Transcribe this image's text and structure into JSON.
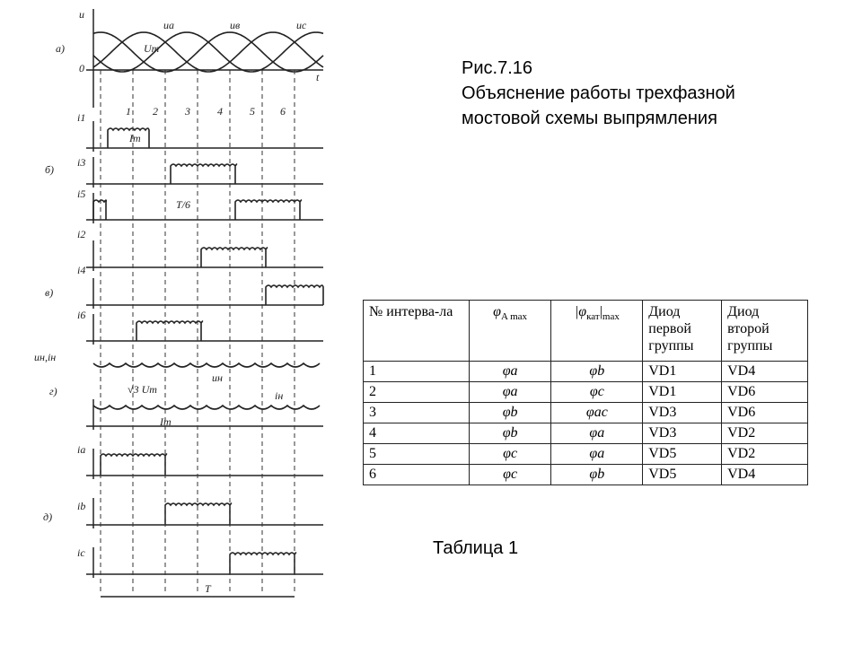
{
  "caption": {
    "line1": "Рис.7.16",
    "line2": "Объяснение работы трехфазной",
    "line3": "мостовой схемы выпрямления"
  },
  "table": {
    "headers": {
      "col1": "№ интерва-ла",
      "col2_symbol": "φ",
      "col2_sub": "A max",
      "col3_symbol": "|φ",
      "col3_sub1": "кат",
      "col3_mid": "|",
      "col3_sub2": "max",
      "col4": "Диод первой группы",
      "col5": "Диод второй группы"
    },
    "rows": [
      {
        "n": "1",
        "phi_a": "φa",
        "phi_k": "φb",
        "d1": "VD1",
        "d2": "VD4"
      },
      {
        "n": "2",
        "phi_a": "φa",
        "phi_k": "φc",
        "d1": "VD1",
        "d2": "VD6"
      },
      {
        "n": "3",
        "phi_a": "φb",
        "phi_k": "φac",
        "d1": "VD3",
        "d2": "VD6"
      },
      {
        "n": "4",
        "phi_a": "φb",
        "phi_k": "φa",
        "d1": "VD3",
        "d2": "VD2"
      },
      {
        "n": "5",
        "phi_a": "φc",
        "phi_k": "φa",
        "d1": "VD5",
        "d2": "VD2"
      },
      {
        "n": "6",
        "phi_a": "φc",
        "phi_k": "φb",
        "d1": "VD5",
        "d2": "VD4"
      }
    ]
  },
  "table_label": "Таблица 1",
  "figure": {
    "panel_labels": [
      "а)",
      "б)",
      "в)",
      "г)",
      "д)"
    ],
    "axis_t": "t",
    "zero": "0",
    "u_axis": "u",
    "ua": "uа",
    "ub": "uв",
    "uc": "uс",
    "um": "Um",
    "im": "Im",
    "intervals": [
      "1",
      "2",
      "3",
      "4",
      "5",
      "6"
    ],
    "i1": "i1",
    "i3": "i3",
    "i5": "i5",
    "i2": "i2",
    "i4": "i4",
    "i6": "i6",
    "t6": "T/6",
    "un_in": "uн,iн",
    "sqrt3um": "√3 Um",
    "un": "uн",
    "in": "iн",
    "ia": "ia",
    "ib": "ib",
    "ic": "ic",
    "T": "T"
  }
}
